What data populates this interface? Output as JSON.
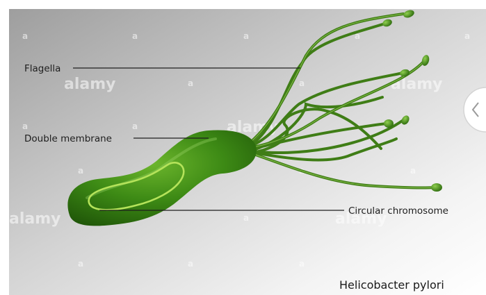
{
  "diagram": {
    "title": "Helicobacter pylori",
    "labels": {
      "flagella": "Flagella",
      "double_membrane": "Double membrane",
      "circular_chromosome": "Circular chromosome"
    },
    "watermark": {
      "brand": "alamy",
      "mark": "a"
    },
    "colors": {
      "bacterium_body": "#3d8a15",
      "bacterium_dark": "#1f5508",
      "chromosome": "#b5e35a",
      "flagella": "#3f7d16",
      "background_dark": "#a9a9a9",
      "background_light": "#ffffff"
    },
    "nav": {
      "arrow_icon": "chevron-left-icon"
    }
  }
}
